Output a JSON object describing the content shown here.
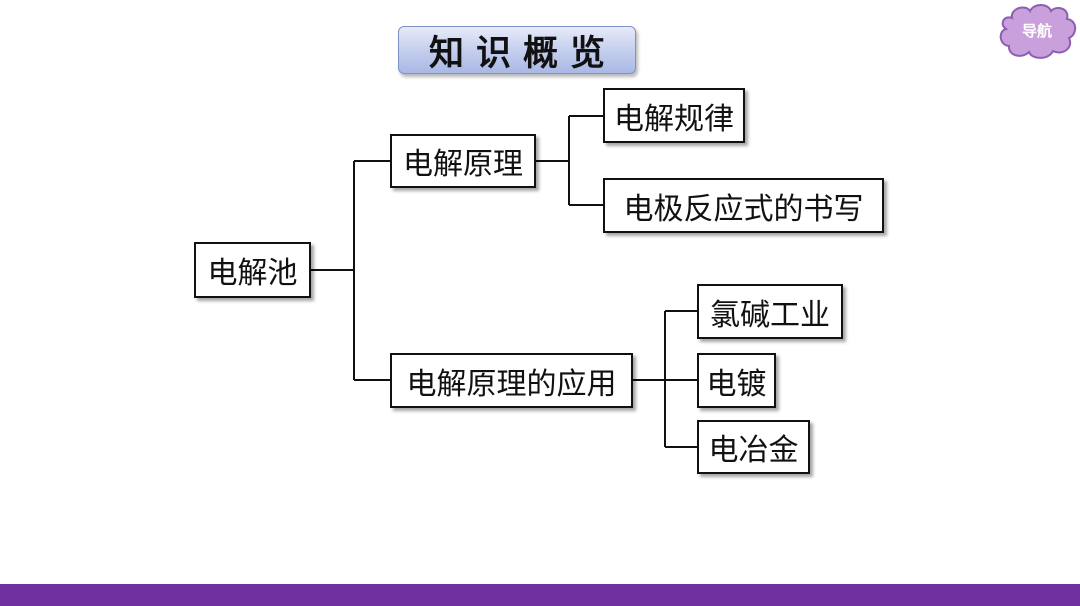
{
  "title": "知识概览",
  "nav": {
    "label": "导航"
  },
  "diagram": {
    "root": "电解池",
    "branch1": {
      "label": "电解原理",
      "children": [
        "电解规律",
        "电极反应式的书写"
      ]
    },
    "branch2": {
      "label": "电解原理的应用",
      "children": [
        "氯碱工业",
        "电镀",
        "电冶金"
      ]
    }
  },
  "colors": {
    "title_fill": "#c5cfee",
    "nav_fill": "#c9a0dc",
    "nav_border": "#8c5fb0",
    "node_border": "#111111",
    "bottom_bar": "#7030a0"
  }
}
